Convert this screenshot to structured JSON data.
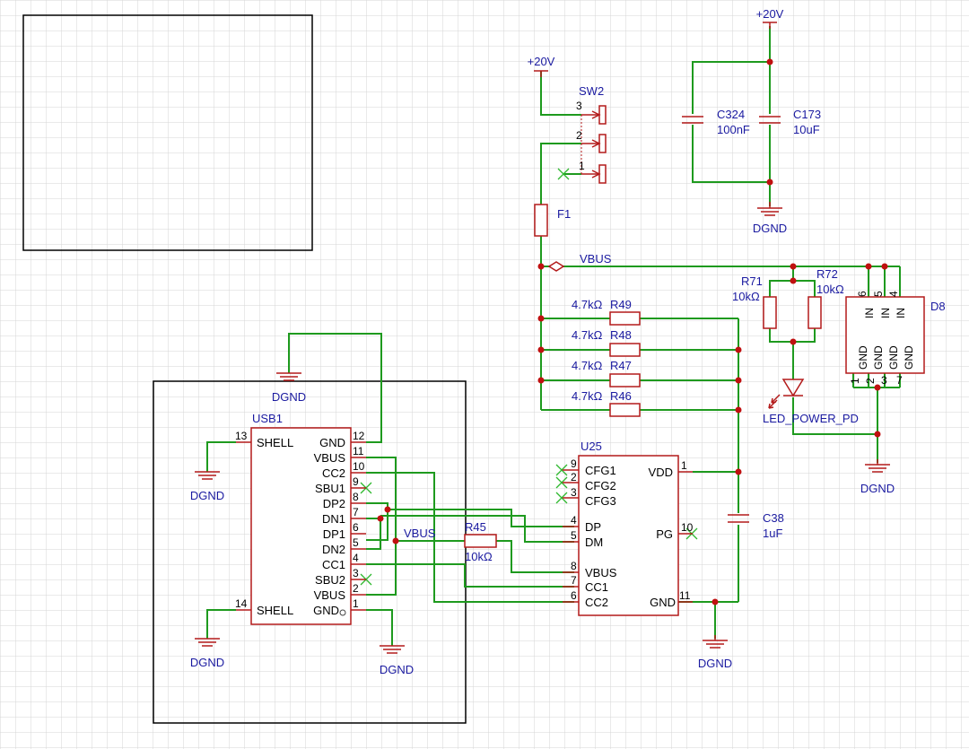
{
  "nets": {
    "v20": "+20V",
    "vbus": "VBUS",
    "dgnd": "DGND"
  },
  "components": {
    "sw2": "SW2",
    "f1": "F1",
    "c324": {
      "ref": "C324",
      "value": "100nF"
    },
    "c173": {
      "ref": "C173",
      "value": "10uF"
    },
    "r49": {
      "ref": "R49",
      "value": "4.7kΩ"
    },
    "r48": {
      "ref": "R48",
      "value": "4.7kΩ"
    },
    "r47": {
      "ref": "R47",
      "value": "4.7kΩ"
    },
    "r46": {
      "ref": "R46",
      "value": "4.7kΩ"
    },
    "r71": {
      "ref": "R71",
      "value": "10kΩ"
    },
    "r72": {
      "ref": "R72",
      "value": "10kΩ"
    },
    "r45": {
      "ref": "R45",
      "value": "10kΩ"
    },
    "c38": {
      "ref": "C38",
      "value": "1uF"
    },
    "d8": "D8",
    "led": "LED_POWER_PD",
    "usb1": "USB1",
    "u25": "U25"
  },
  "sw2_pins": [
    "3",
    "2",
    "1"
  ],
  "usb1": {
    "left": [
      {
        "num": "13",
        "name": "SHELL"
      },
      {
        "num": "14",
        "name": "SHELL"
      }
    ],
    "right": [
      {
        "num": "12",
        "name": "GND"
      },
      {
        "num": "11",
        "name": "VBUS"
      },
      {
        "num": "10",
        "name": "CC2"
      },
      {
        "num": "9",
        "name": "SBU1"
      },
      {
        "num": "8",
        "name": "DP2"
      },
      {
        "num": "7",
        "name": "DN1"
      },
      {
        "num": "6",
        "name": "DP1"
      },
      {
        "num": "5",
        "name": "DN2"
      },
      {
        "num": "4",
        "name": "CC1"
      },
      {
        "num": "3",
        "name": "SBU2"
      },
      {
        "num": "2",
        "name": "VBUS"
      },
      {
        "num": "1",
        "name": "GND"
      }
    ]
  },
  "u25": {
    "left": [
      {
        "num": "9",
        "name": "CFG1"
      },
      {
        "num": "2",
        "name": "CFG2"
      },
      {
        "num": "3",
        "name": "CFG3"
      },
      {
        "num": "4",
        "name": "DP"
      },
      {
        "num": "5",
        "name": "DM"
      },
      {
        "num": "8",
        "name": "VBUS"
      },
      {
        "num": "7",
        "name": "CC1"
      },
      {
        "num": "6",
        "name": "CC2"
      }
    ],
    "right": [
      {
        "num": "1",
        "name": "VDD"
      },
      {
        "num": "10",
        "name": "PG"
      },
      {
        "num": "11",
        "name": "GND"
      }
    ]
  },
  "d8": {
    "top": [
      {
        "num": "6",
        "name": "IN"
      },
      {
        "num": "5",
        "name": "IN"
      },
      {
        "num": "4",
        "name": "IN"
      }
    ],
    "bottom": [
      {
        "num": "1",
        "name": "GND"
      },
      {
        "num": "2",
        "name": "GND"
      },
      {
        "num": "3",
        "name": "GND"
      },
      {
        "num": "7",
        "name": "GND"
      }
    ]
  }
}
